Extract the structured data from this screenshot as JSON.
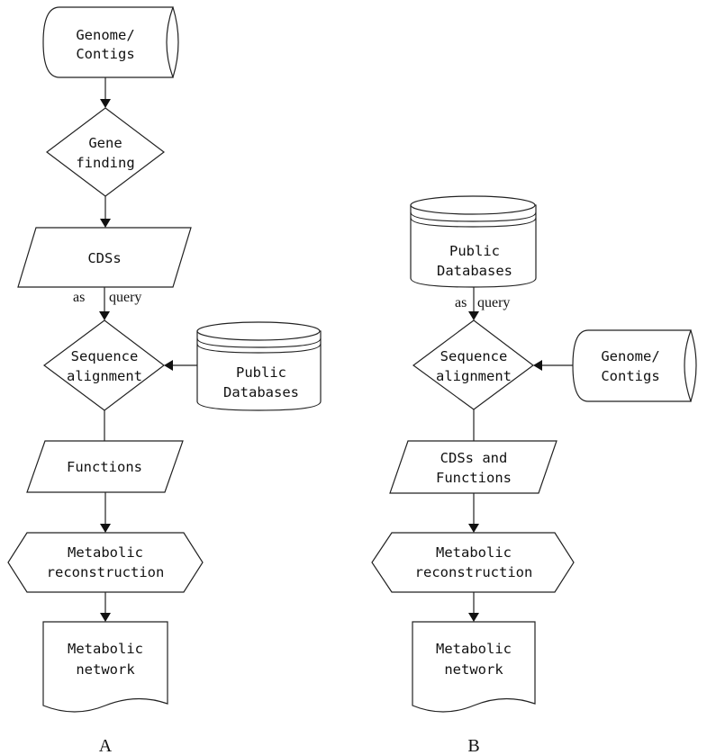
{
  "flowcharts": {
    "A": {
      "panel_label": "A",
      "genome": [
        "Genome/",
        "Contigs"
      ],
      "gene_finding": [
        "Gene",
        "finding"
      ],
      "cdss": [
        "CDSs"
      ],
      "query_label_as": "as",
      "query_label_query": "query",
      "alignment": [
        "Sequence",
        "alignment"
      ],
      "databases": [
        "Public",
        "Databases"
      ],
      "functions": [
        "Functions"
      ],
      "reconstruction": [
        "Metabolic",
        "reconstruction"
      ],
      "network": [
        "Metabolic",
        "network"
      ]
    },
    "B": {
      "panel_label": "B",
      "databases": [
        "Public",
        "Databases"
      ],
      "query_label_as": "as",
      "query_label_query": "query",
      "alignment": [
        "Sequence",
        "alignment"
      ],
      "genome": [
        "Genome/",
        "Contigs"
      ],
      "cdss_functions": [
        "CDSs and",
        "Functions"
      ],
      "reconstruction": [
        "Metabolic",
        "reconstruction"
      ],
      "network": [
        "Metabolic",
        "network"
      ]
    }
  }
}
